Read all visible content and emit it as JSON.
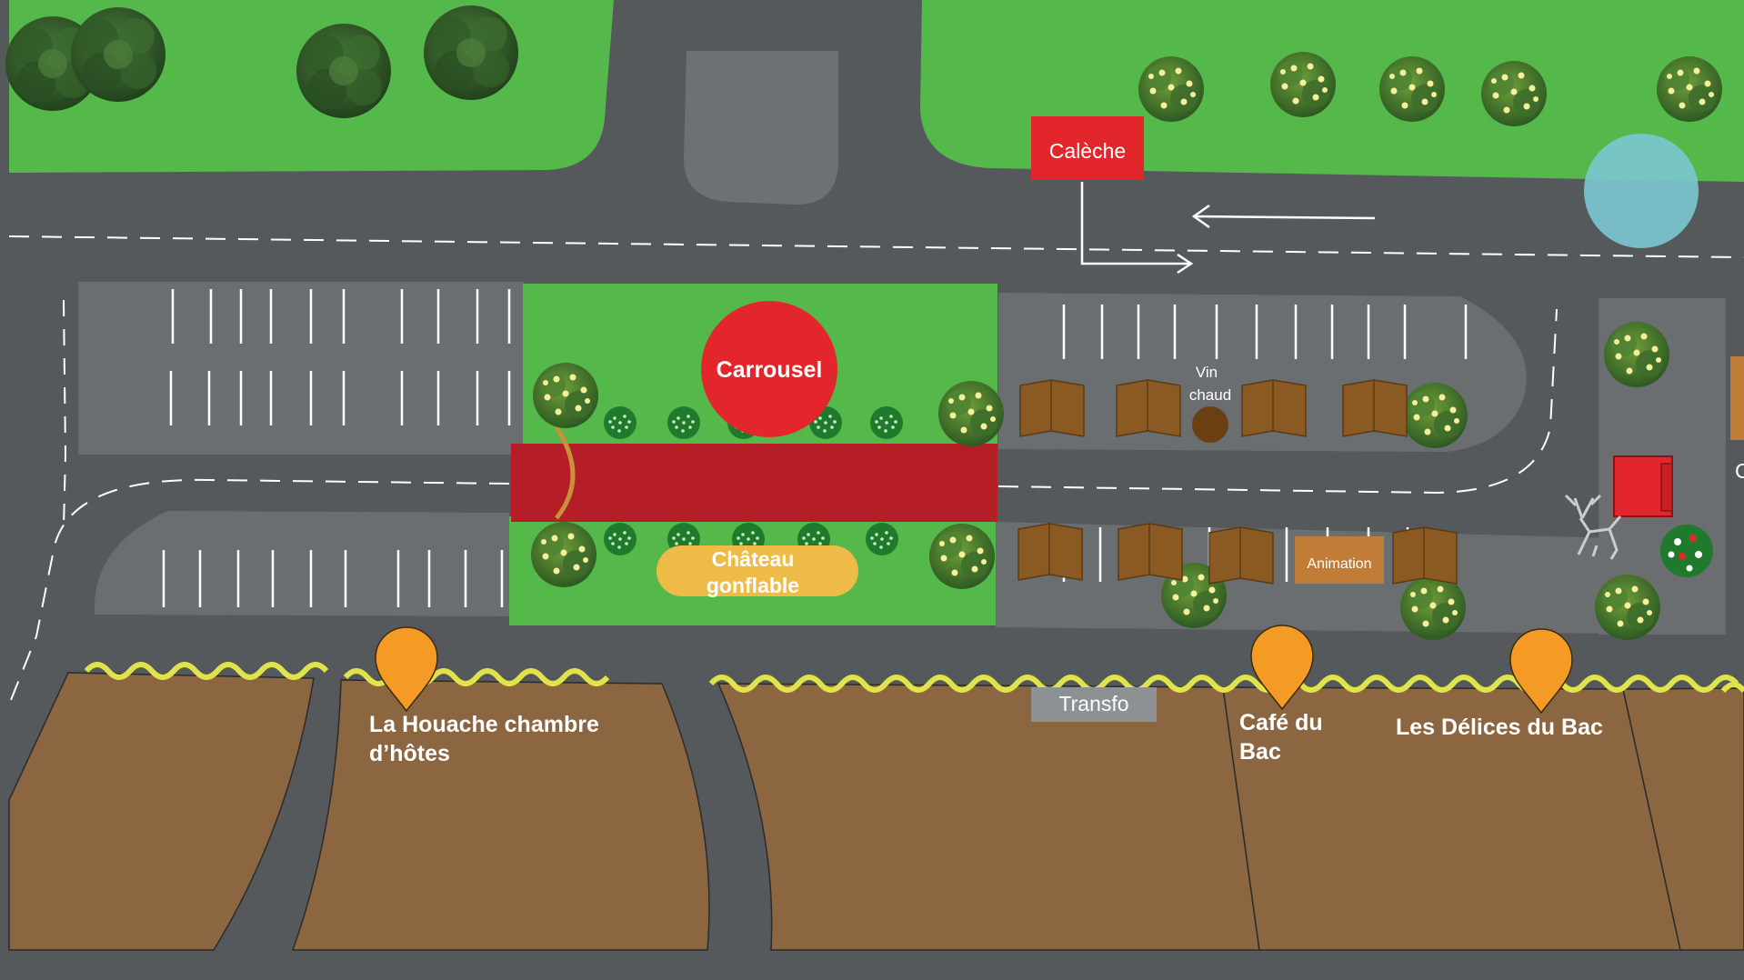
{
  "labels": {
    "caleche": "Calèche",
    "carrousel": "Carrousel",
    "vin_chaud_line1": "Vin",
    "vin_chaud_line2": "chaud",
    "chateau_line1": "Château",
    "chateau_line2": "gonflable",
    "animation": "Animation",
    "transfo": "Transfo",
    "houache_line1": "La Houache chambre",
    "houache_line2": "d’hôtes",
    "cafe_line1": "Café du",
    "cafe_line2": "Bac",
    "delices": "Les Délices du Bac",
    "cut_right": "C"
  },
  "colors": {
    "road": "#56595c",
    "grass": "#55b84b",
    "parking": "#6b6e71",
    "building": "#8b6640",
    "red": "#e2262b",
    "dark_red": "#b51e27",
    "chateau": "#eebb47",
    "animation": "#c17c37",
    "chalet": "#8b5a22",
    "pin": "#f39b25",
    "garland": "#e0e34a",
    "transfo": "#8c9194",
    "pond": "#7cc8d1"
  },
  "icons": [
    "tree-icon",
    "yellow-flower-tree-icon",
    "round-bush-icon",
    "chalet-icon",
    "location-pin-icon",
    "reindeer-icon",
    "red-bench-icon",
    "christmas-ball-tree-icon",
    "direction-arrow-icon"
  ]
}
